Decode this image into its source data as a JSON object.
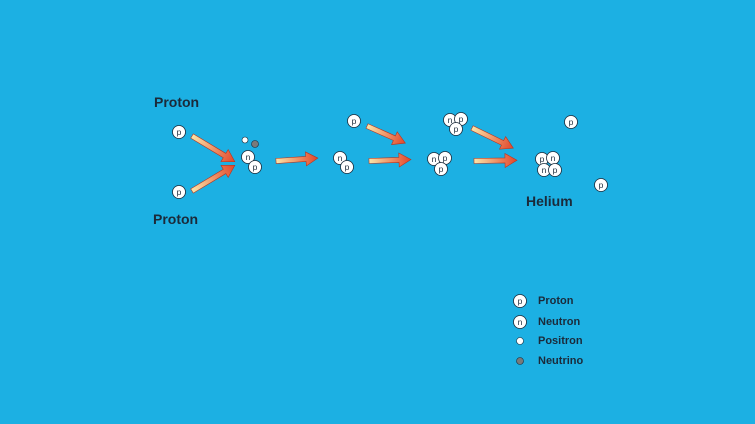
{
  "diagram": {
    "labels": {
      "proton_top": "Proton",
      "proton_bottom": "Proton",
      "helium": "Helium"
    },
    "particle_letters": {
      "proton": "p",
      "neutron": "n"
    },
    "legend": [
      {
        "key": "proton",
        "label": "Proton"
      },
      {
        "key": "neutron",
        "label": "Neutron"
      },
      {
        "key": "positron",
        "label": "Positron"
      },
      {
        "key": "neutrino",
        "label": "Neutrino"
      }
    ]
  },
  "colors": {
    "background": "#1cb0e3",
    "particle_fill": "#ffffff",
    "particle_stroke": "#1b2a3a",
    "neutrino_fill": "#7a7a7a",
    "arrow_start": "#fbe6a8",
    "arrow_end": "#e2452a"
  }
}
